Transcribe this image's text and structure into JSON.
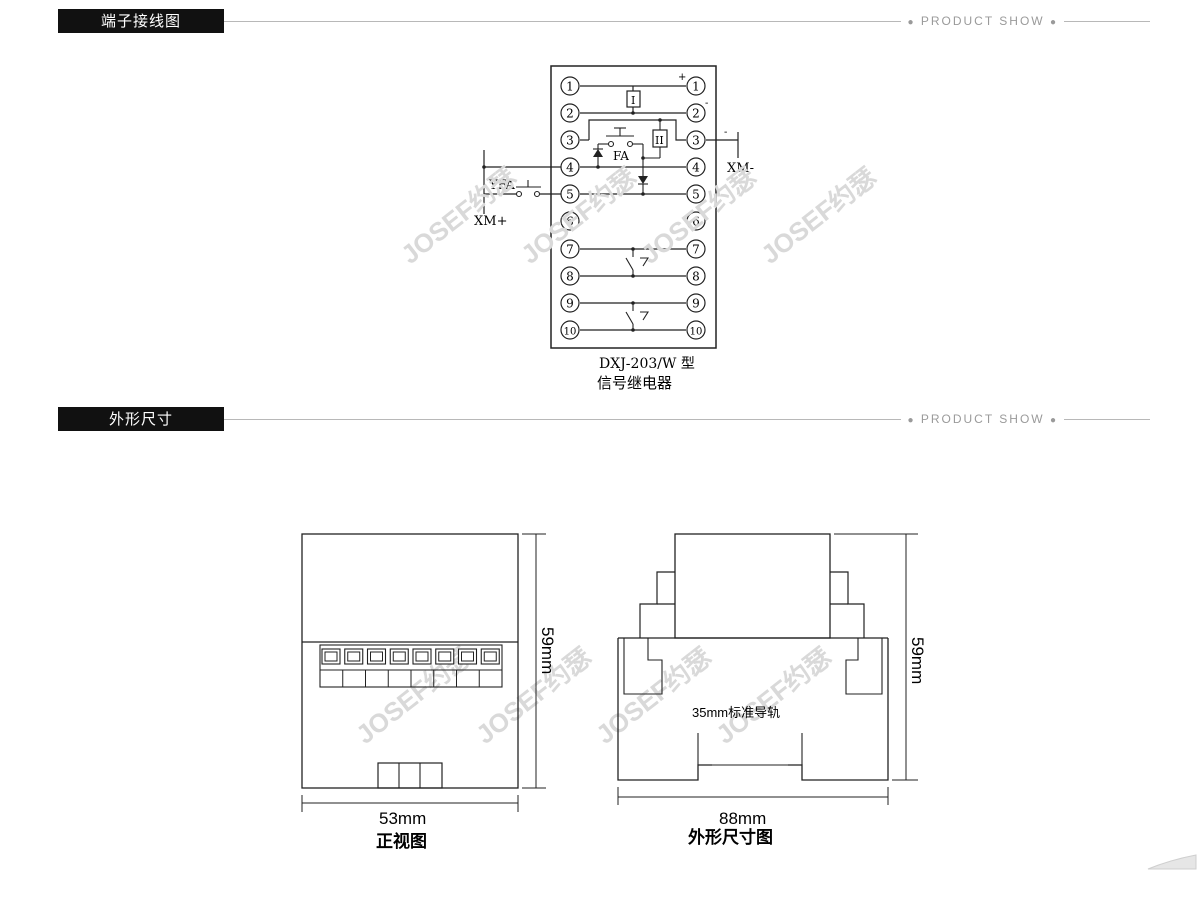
{
  "sections": [
    {
      "title": "端子接线图",
      "badge": "PRODUCT SHOW"
    },
    {
      "title": "外形尺寸",
      "badge": "PRODUCT SHOW"
    }
  ],
  "wiring": {
    "terminals": [
      "1",
      "2",
      "3",
      "4",
      "5",
      "6",
      "7",
      "8",
      "9",
      "10"
    ],
    "plus": "+",
    "minus": "-",
    "relay_I": "I",
    "relay_II": "II",
    "fa": "FA",
    "yfa": "YFA",
    "xm_plus": "XM+",
    "xm_minus": "XM-",
    "model": "DXJ-203/W 型",
    "name": "信号继电器"
  },
  "dimensions": {
    "front_height": "59mm",
    "front_width": "53mm",
    "front_caption": "正视图",
    "side_height": "59mm",
    "side_width": "88mm",
    "side_caption": "外形尺寸图",
    "rail_label": "35mm标准导轨"
  },
  "watermark": "JOSEF约瑟",
  "colors": {
    "header_bg": "#111111",
    "line": "#222222",
    "rule": "#b8b8b8",
    "watermark": "#d9d9d9"
  }
}
